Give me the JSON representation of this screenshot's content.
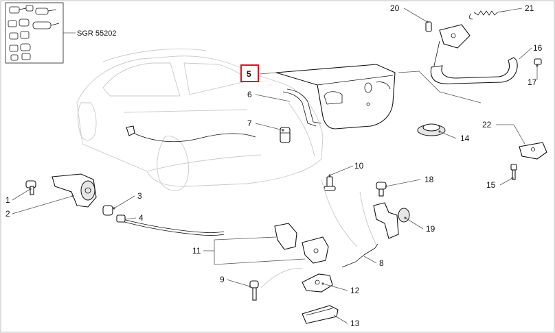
{
  "diagram": {
    "reference_code": "SGR 55202",
    "highlight_color": "#e0141e",
    "selected_callout": "5",
    "callouts": [
      "1",
      "2",
      "3",
      "4",
      "5",
      "6",
      "7",
      "8",
      "9",
      "10",
      "11",
      "12",
      "13",
      "14",
      "15",
      "16",
      "17",
      "18",
      "19",
      "20",
      "21",
      "22"
    ]
  }
}
